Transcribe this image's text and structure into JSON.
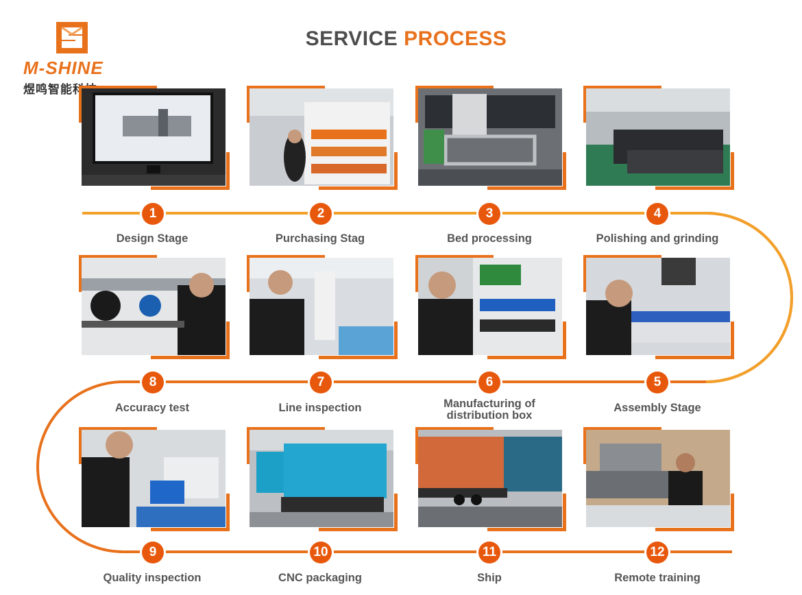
{
  "header": {
    "brand": "M-SHINE",
    "brand_cn": "煜鸣智能科技",
    "title_part1": "SERVICE ",
    "title_part2": "PROCESS"
  },
  "colors": {
    "accent": "#e8711c",
    "badge": "#e8580c",
    "text": "#555555",
    "title": "#4d4d4d"
  },
  "steps": [
    {
      "number": "1",
      "label": "Design Stage",
      "photo": "cad-design-monitor"
    },
    {
      "number": "2",
      "label": "Purchasing Stag",
      "photo": "parts-warehouse"
    },
    {
      "number": "3",
      "label": "Bed processing",
      "photo": "bed-machining"
    },
    {
      "number": "4",
      "label": "Polishing and grinding",
      "photo": "machine-beds"
    },
    {
      "number": "5",
      "label": "Assembly Stage",
      "photo": "assembly-drilling"
    },
    {
      "number": "6",
      "label": "Manufacturing of distribution box",
      "photo": "electrical-cabinet"
    },
    {
      "number": "7",
      "label": "Line inspection",
      "photo": "line-inspection"
    },
    {
      "number": "8",
      "label": "Accuracy test",
      "photo": "accuracy-test"
    },
    {
      "number": "9",
      "label": "Quality inspection",
      "photo": "quality-inspection"
    },
    {
      "number": "10",
      "label": "CNC packaging",
      "photo": "wrapped-machines"
    },
    {
      "number": "11",
      "label": "Ship",
      "photo": "shipping-container"
    },
    {
      "number": "12",
      "label": "Remote training",
      "photo": "remote-training"
    }
  ]
}
